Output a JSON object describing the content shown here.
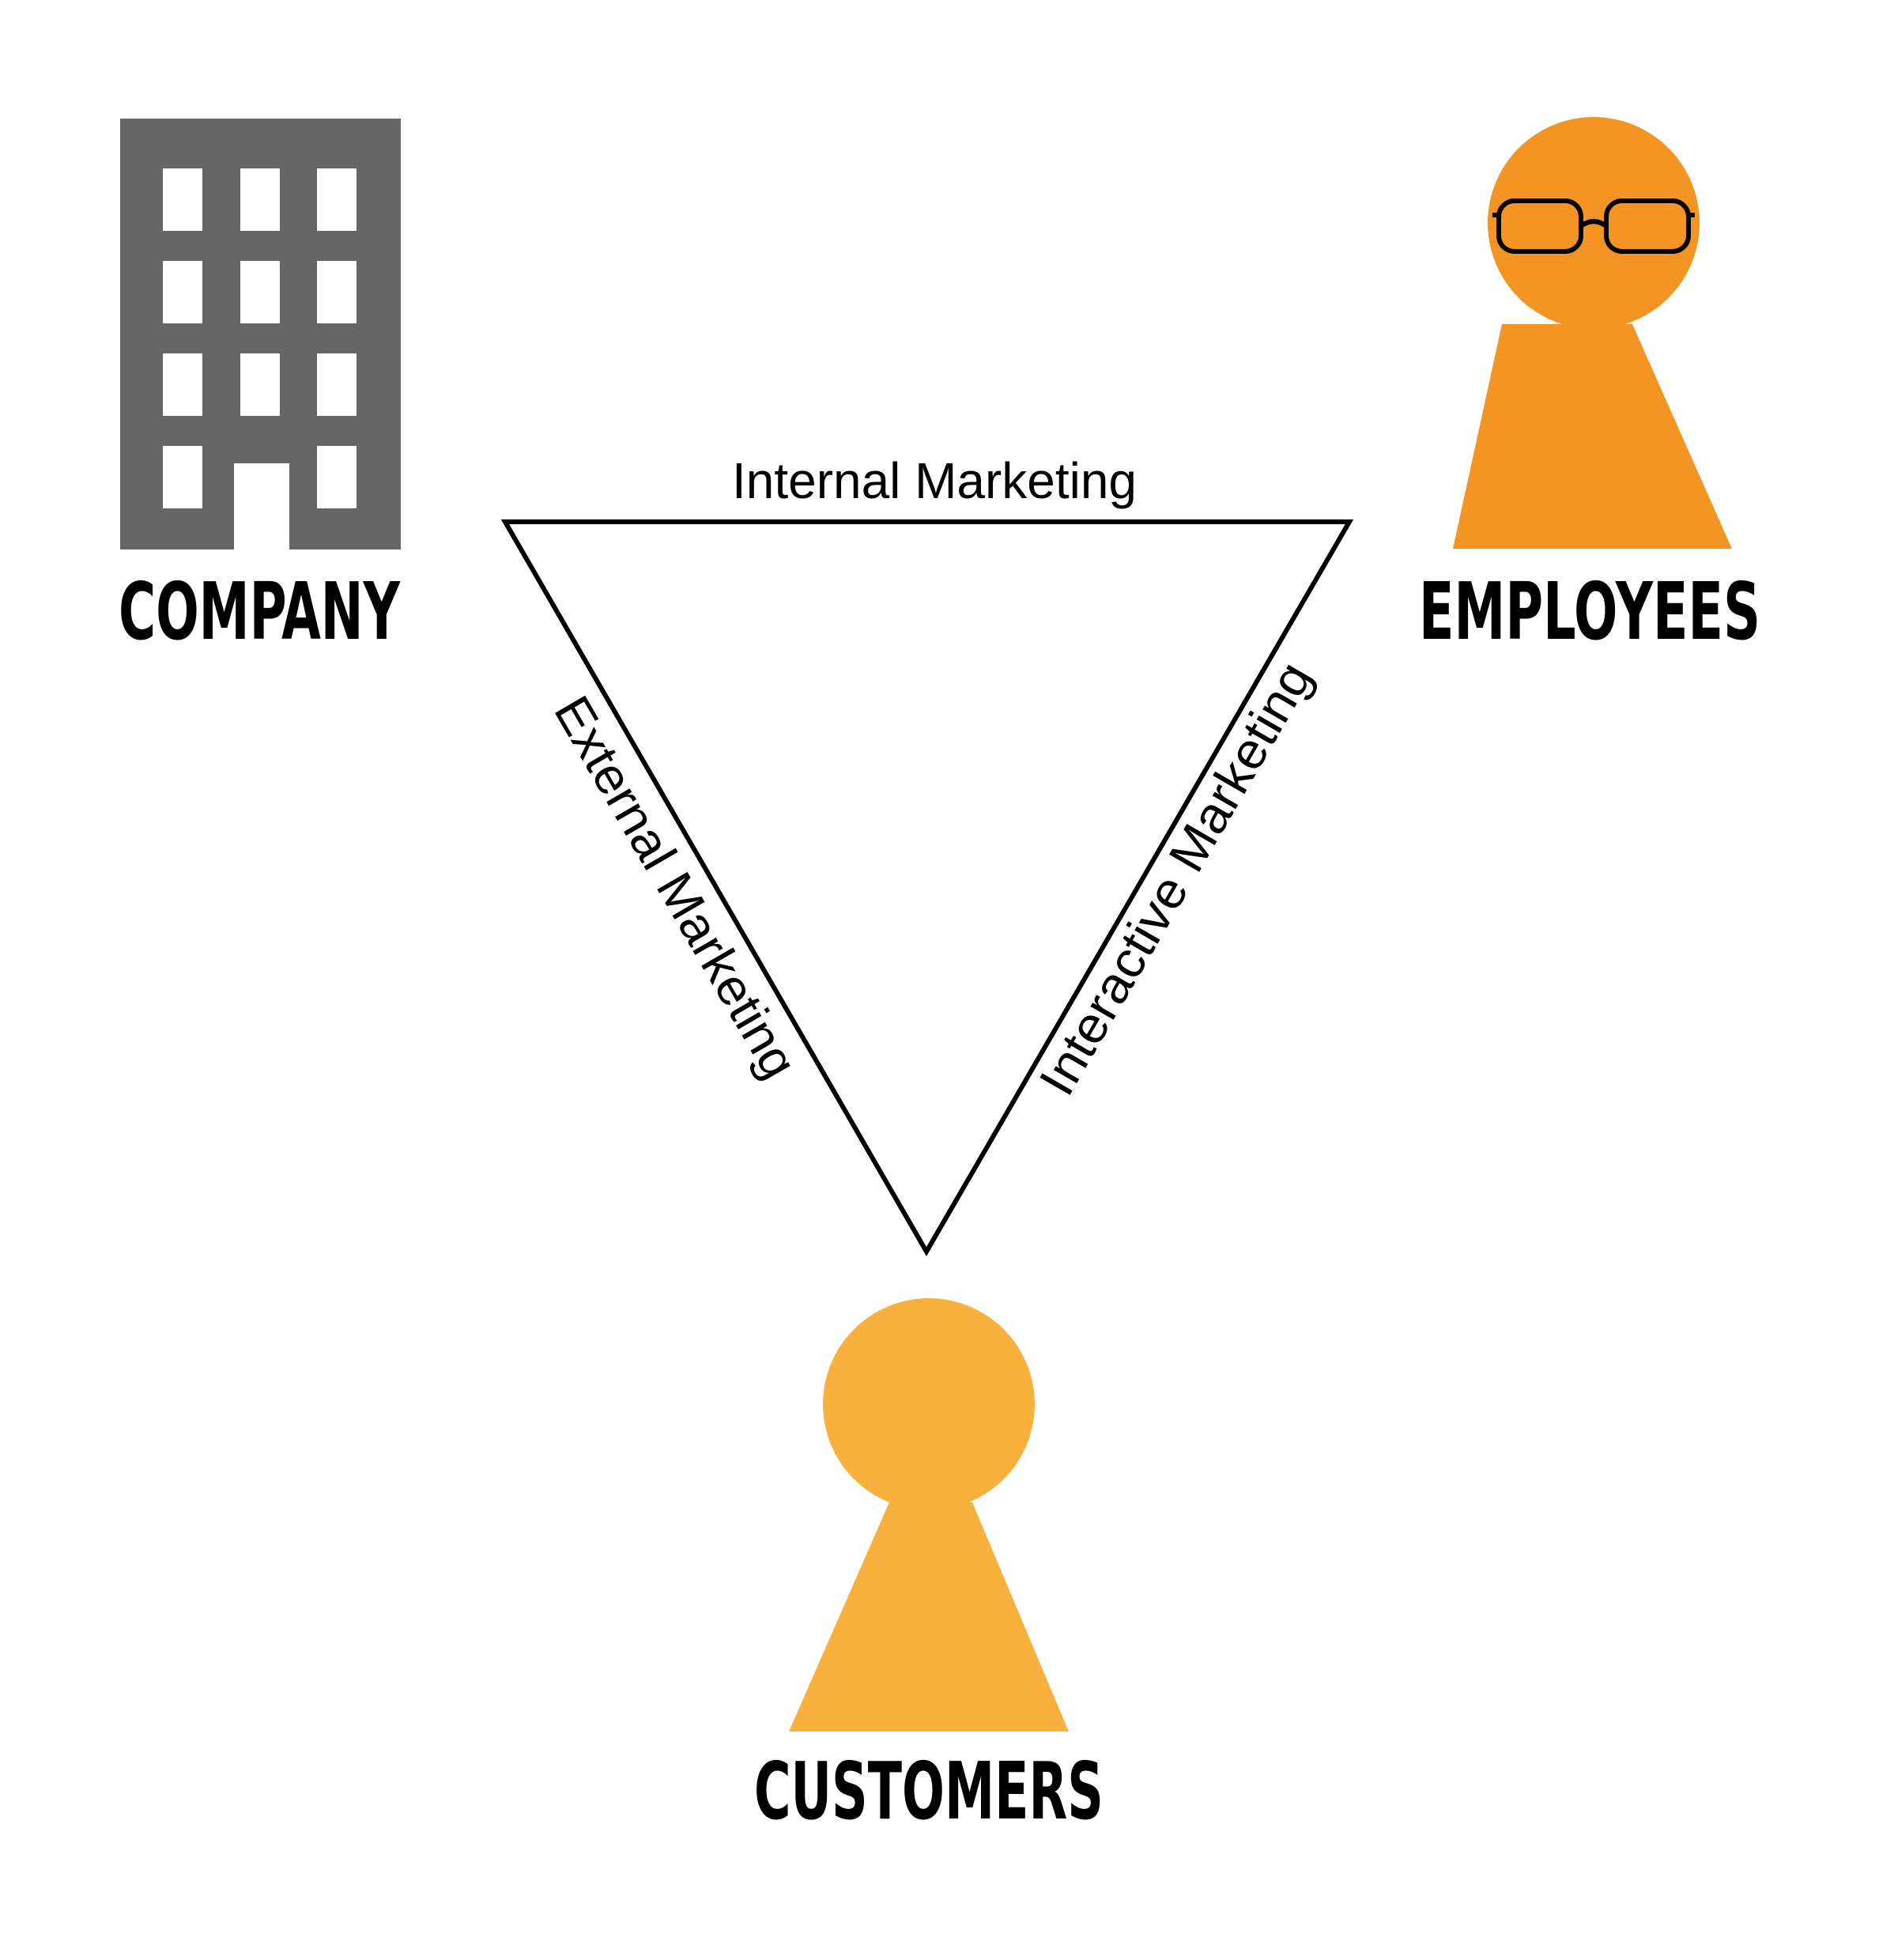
{
  "nodes": {
    "company": {
      "label": "COMPANY",
      "icon": "building-icon",
      "color": "#666666"
    },
    "employees": {
      "label": "EMPLOYEES",
      "icon": "person-with-glasses-icon",
      "color": "#F39423"
    },
    "customers": {
      "label": "CUSTOMERS",
      "icon": "person-icon",
      "color": "#F9B03D"
    }
  },
  "edges": {
    "internal": {
      "label": "Internal Marketing"
    },
    "external": {
      "label": "External Marketing"
    },
    "interactive": {
      "label": "Interactive Marketing"
    }
  }
}
